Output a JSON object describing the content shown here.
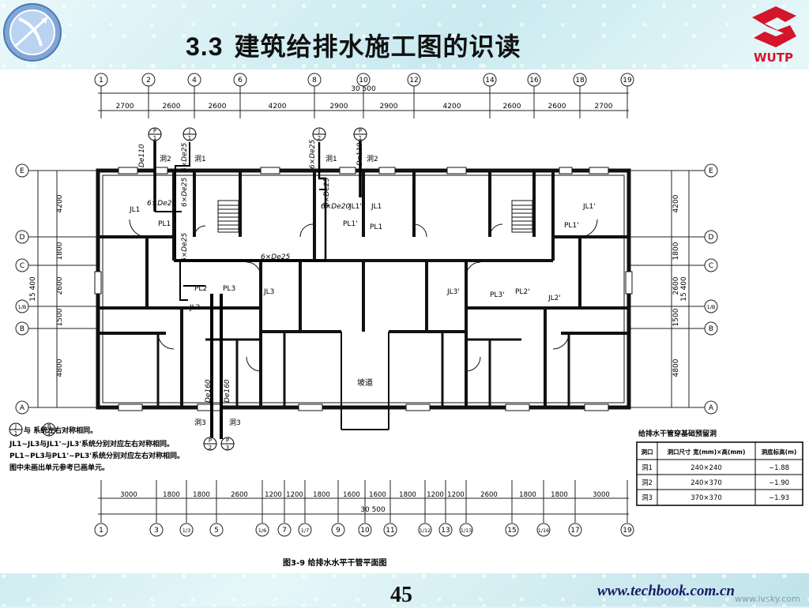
{
  "header": {
    "section_number": "3.3",
    "title": "建筑给排水施工图的识读",
    "brand": "WUTP"
  },
  "drawing": {
    "top_axes": [
      "1",
      "2",
      "4",
      "6",
      "8",
      "10",
      "12",
      "14",
      "16",
      "18",
      "19"
    ],
    "top_dims": [
      "2700",
      "2600",
      "2600",
      "4200",
      "2900",
      "2900",
      "4200",
      "2600",
      "2600",
      "2700"
    ],
    "top_total": "30 500",
    "bottom_axes": [
      "1",
      "3",
      "1/3",
      "5",
      "1/6",
      "7",
      "1/7",
      "9",
      "10",
      "11",
      "1/12",
      "13",
      "1/13",
      "15",
      "1/16",
      "17",
      "19"
    ],
    "bottom_dims": [
      "3000",
      "1800",
      "1800",
      "2600",
      "1200",
      "1200",
      "1800",
      "1600",
      "1600",
      "1800",
      "1200",
      "1200",
      "2600",
      "1800",
      "1800",
      "3000"
    ],
    "bottom_total": "30 500",
    "row_axes": [
      "E",
      "D",
      "C",
      "1/B",
      "B",
      "A"
    ],
    "row_dims": [
      "4200",
      "1800",
      "2600",
      "1500",
      "4800"
    ],
    "row_total": "15 400",
    "pipe_labels": {
      "de110": "De110",
      "de160": "De160",
      "six_de25": "6×De25",
      "six_de20": "6×De20",
      "hole1": "洞1",
      "hole2": "洞2",
      "hole3": "洞3",
      "jl1": "JL1",
      "pl1": "PL1",
      "jl1p": "JL1'",
      "pl1p": "PL1'",
      "jl2": "JL2",
      "pl2": "PL2",
      "pl3": "PL3",
      "jl3": "JL3",
      "jl3p": "JL3'",
      "pl3p": "PL3'",
      "pl2p": "PL2'",
      "jl2p": "JL2'",
      "ramp": "坡道"
    },
    "pipe_symbols": {
      "j1": {
        "top": "J",
        "bottom": "1"
      },
      "p1": {
        "top": "P",
        "bottom": "1"
      },
      "j2": {
        "top": "J",
        "bottom": "2"
      },
      "p1b": {
        "top": "P",
        "bottom": "1"
      },
      "p2": {
        "top": "P",
        "bottom": "2"
      },
      "p3": {
        "top": "P",
        "bottom": "3"
      }
    },
    "notes": [
      "与          系统左右对称相同。",
      "JL1~JL3与JL1'~JL3'系统分别对应左右对称相同。",
      "PL1~PL3与PL1'~PL3'系统分别对应左右对称相同。",
      "图中未画出单元参考已画单元。"
    ],
    "caption": "图3-9   给排水水平干管平面图"
  },
  "table": {
    "title": "给排水干管穿基础预留洞",
    "headers": [
      "洞口",
      "洞口尺寸 宽(mm)×高(mm)",
      "洞底标高(m)"
    ],
    "rows": [
      [
        "洞1",
        "240×240",
        "−1.88"
      ],
      [
        "洞2",
        "240×370",
        "−1.90"
      ],
      [
        "洞3",
        "370×370",
        "−1.93"
      ]
    ]
  },
  "footer": {
    "page": "45",
    "site": "www.techbook.com.cn",
    "watermark": "www.ivsky.com"
  },
  "colors": {
    "accent": "#c8102e",
    "background": "#dff3f6",
    "ink": "#111111"
  }
}
